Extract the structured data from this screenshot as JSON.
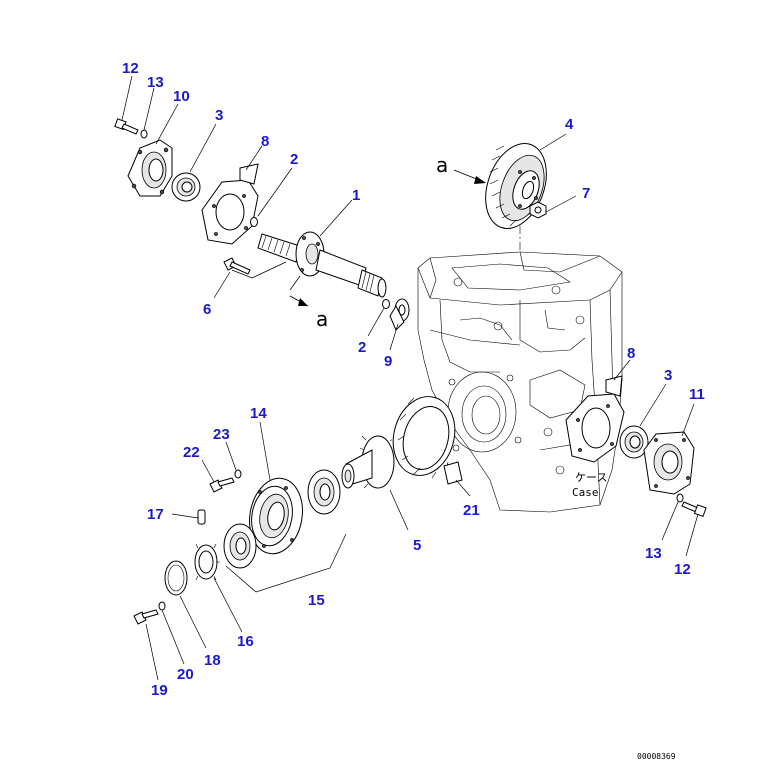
{
  "diagram": {
    "callouts": [
      "1",
      "2",
      "2",
      "3",
      "3",
      "4",
      "5",
      "6",
      "7",
      "8",
      "8",
      "9",
      "10",
      "11",
      "12",
      "12",
      "13",
      "13",
      "14",
      "15",
      "16",
      "17",
      "18",
      "19",
      "20",
      "21",
      "22",
      "23"
    ],
    "view_letters": [
      "a",
      "a"
    ],
    "case_label_jp": "ケース",
    "case_label_en": "Case",
    "drawing_number": "00008369"
  }
}
